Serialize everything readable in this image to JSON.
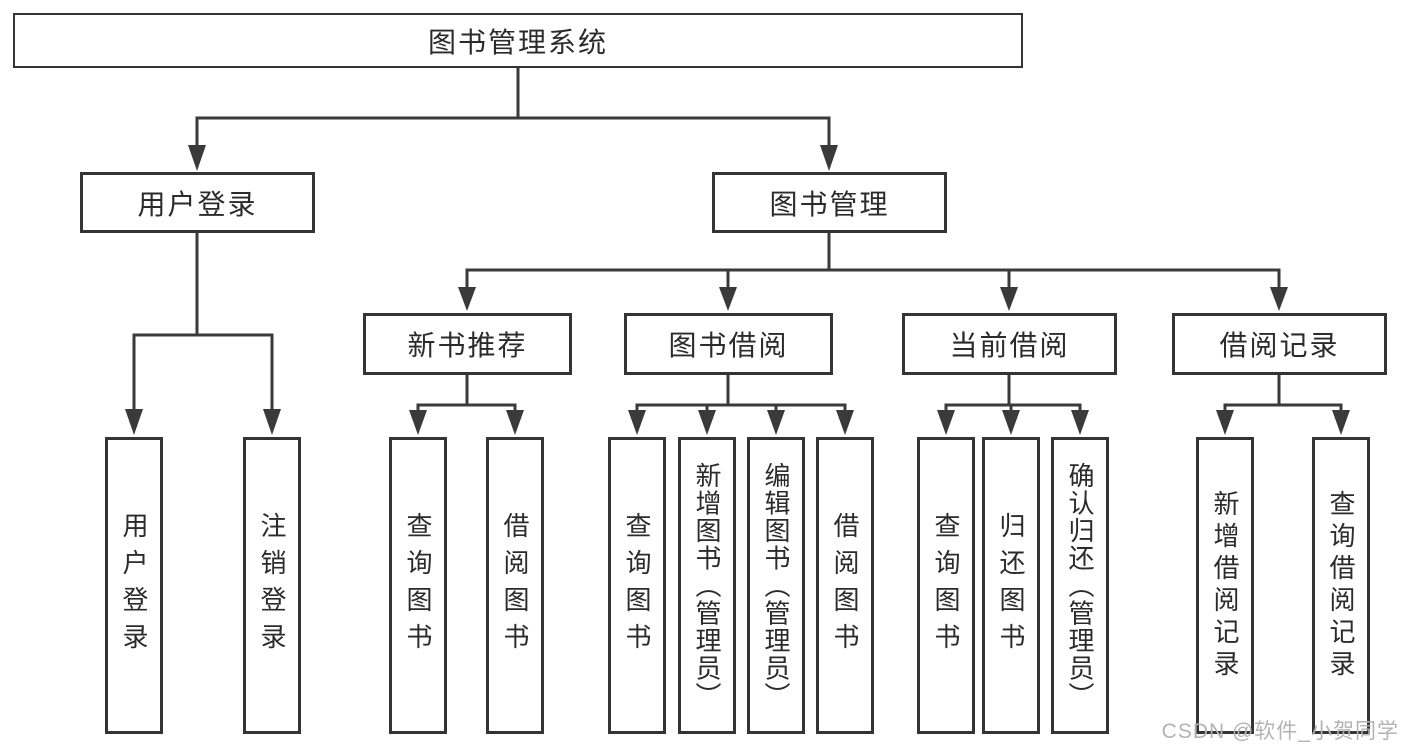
{
  "colors": {
    "line": "#3a3a3a",
    "box_border": "#343434",
    "text": "#2b2b2b",
    "watermark": "#b3b3b3",
    "background": "#ffffff"
  },
  "nodes": {
    "root": "图书管理系统",
    "level2": [
      "用户登录",
      "图书管理"
    ],
    "level3": [
      "新书推荐",
      "图书借阅",
      "当前借阅",
      "借阅记录"
    ],
    "leaves": {
      "user_login": [
        "用户登录",
        "注销登录"
      ],
      "new_book_recommend": [
        "查询图书",
        "借阅图书"
      ],
      "book_borrowing": [
        "查询图书",
        "新增图书（管理员）",
        "编辑图书（管理员）",
        "借阅图书"
      ],
      "current_borrowing": [
        "查询图书",
        "归还图书",
        "确认归还（管理员）"
      ],
      "borrowing_records": [
        "新增借阅记录",
        "查询借阅记录"
      ]
    }
  },
  "watermark": "CSDN @软件_小贺同学"
}
